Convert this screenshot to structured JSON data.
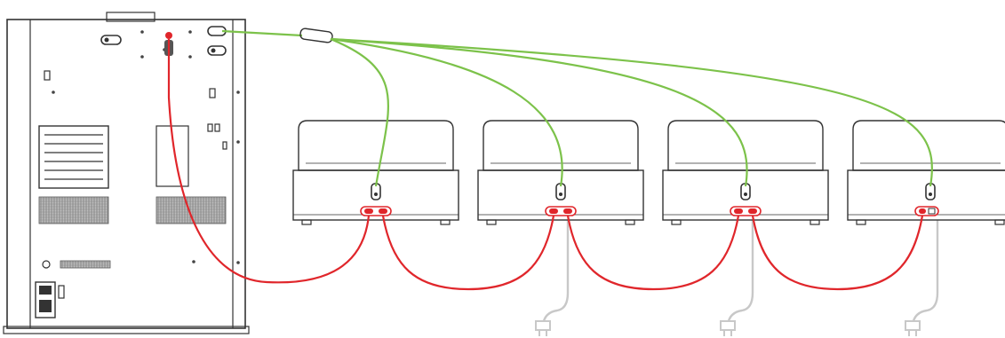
{
  "diagram": {
    "main_unit": {
      "icon": "main-device-rear-panel"
    },
    "modules": [
      {
        "index": 1,
        "red_ports": 2,
        "has_power_cable": false
      },
      {
        "index": 2,
        "red_ports": 2,
        "has_power_cable": true
      },
      {
        "index": 3,
        "red_ports": 2,
        "has_power_cable": true
      },
      {
        "index": 4,
        "red_ports": 1,
        "has_power_cable": true
      }
    ],
    "colors": {
      "outline": "#333333",
      "red_cable": "#e0262b",
      "green_cable": "#7cc24a",
      "power_cable": "#c8c8c8",
      "body_fill": "#ffffff",
      "port_fill": "#e0262b"
    }
  }
}
